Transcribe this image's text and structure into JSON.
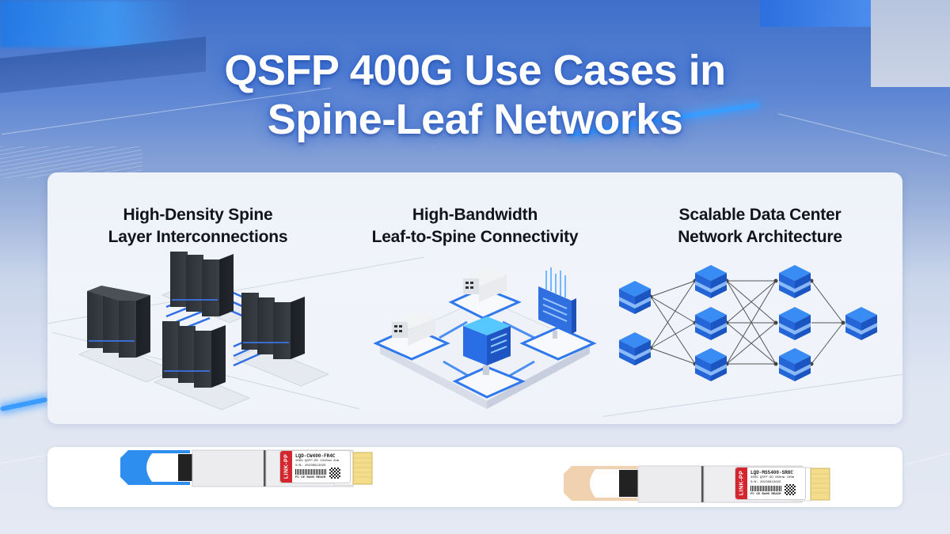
{
  "title": {
    "line1": "QSFP 400G Use Cases in",
    "line2": "Spine-Leaf Networks"
  },
  "use_cases": [
    {
      "heading_line1": "High-Density Spine",
      "heading_line2": "Layer Interconnections",
      "illustration": "server-rack-cluster-icon"
    },
    {
      "heading_line1": "High-Bandwidth",
      "heading_line2": "Leaf-to-Spine Connectivity",
      "illustration": "network-switch-platform-icon"
    },
    {
      "heading_line1": "Scalable Data Center",
      "heading_line2": "Network Architecture",
      "illustration": "mesh-topology-icon"
    }
  ],
  "products": [
    {
      "brand": "LINK-PP",
      "model": "LQD-CW400-FR4C",
      "desc": "400G QSFP-DD 1310nm 2km",
      "serial": "S/N: 2023091302S",
      "certs": "FC CE RoHS REACH",
      "pull_tab_color": "#2e8ef0"
    },
    {
      "brand": "LINK-PP",
      "model": "LQD-MS5400-SR8C",
      "desc": "400G QSFP-DD 850nm 100m",
      "serial": "S/N: 2023091302S",
      "certs": "FC CE RoHS REACH",
      "pull_tab_color": "#f0d2b0"
    }
  ],
  "colors": {
    "accent_blue": "#2e7cf0",
    "brand_red": "#d4262e",
    "heading_text": "#111418",
    "title_text": "#ffffff"
  }
}
